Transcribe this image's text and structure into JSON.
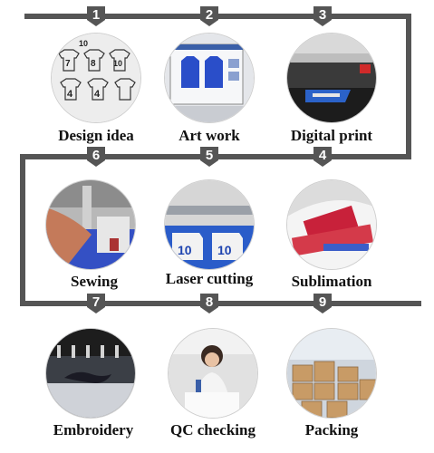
{
  "steps": [
    {
      "number": "1",
      "label": "Design idea"
    },
    {
      "number": "2",
      "label": "Art work"
    },
    {
      "number": "3",
      "label": "Digital print"
    },
    {
      "number": "4",
      "label": "Sublimation"
    },
    {
      "number": "5",
      "label": "Laser cutting"
    },
    {
      "number": "6",
      "label": "Sewing"
    },
    {
      "number": "7",
      "label": "Embroidery"
    },
    {
      "number": "8",
      "label": "QC checking"
    },
    {
      "number": "9",
      "label": "Packing"
    }
  ],
  "photo_texts": {
    "design_jersey_numbers": [
      "10",
      "7",
      "8",
      "10",
      "4",
      "4"
    ],
    "laser_jersey_numbers": [
      "10",
      "10"
    ]
  },
  "colors": {
    "connector_line": "#555555",
    "badge_fill": "#555555",
    "badge_text": "#ffffff"
  }
}
